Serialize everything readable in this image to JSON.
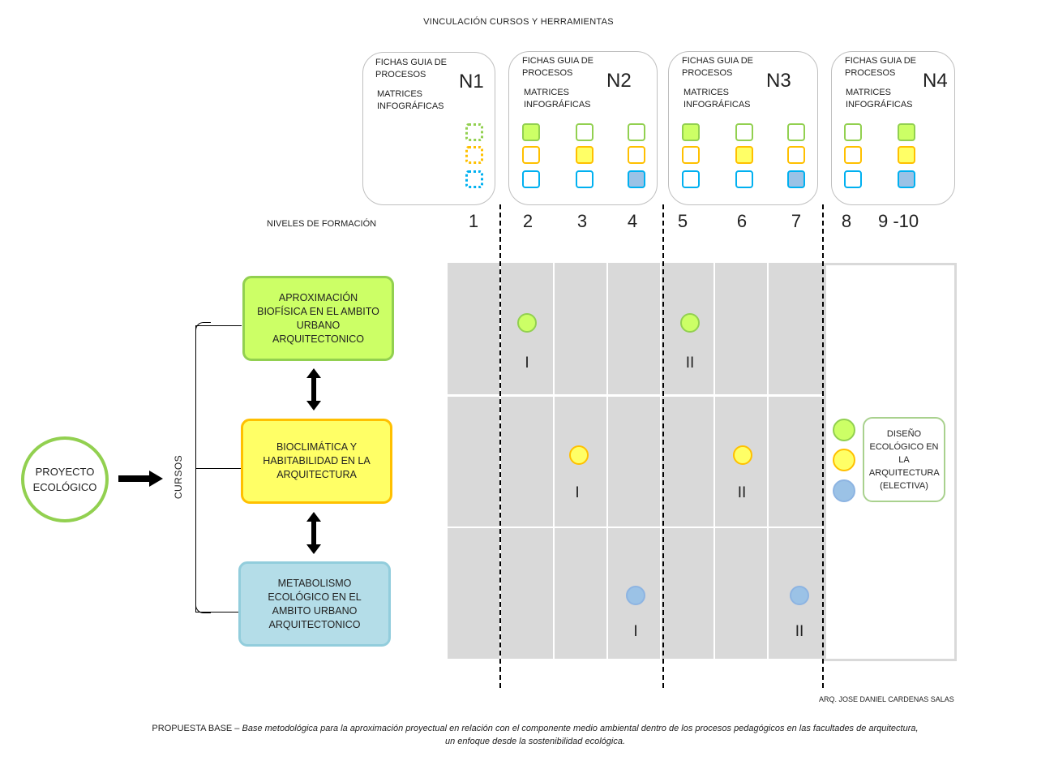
{
  "title": "VINCULACIÓN CURSOS Y HERRAMIENTAS",
  "niveles_label": "NIVELES DE FORMACIÓN",
  "tools_labels": {
    "fichas": "FICHAS GUIA DE PROCESOS",
    "matrices": "MATRICES INFOGRÁFICAS"
  },
  "levels": [
    {
      "code": "N1"
    },
    {
      "code": "N2"
    },
    {
      "code": "N3"
    },
    {
      "code": "N4"
    }
  ],
  "level_numbers": [
    "1",
    "2",
    "3",
    "4",
    "5",
    "6",
    "7",
    "8",
    "9 -10"
  ],
  "tool_indicators": {
    "legend": "columns of three squares (green, yellow, blue); filled = tool applied, dotted = prospective",
    "N1": [
      [
        "dotted",
        "dotted",
        "dotted"
      ]
    ],
    "N2": [
      [
        "filled",
        "empty",
        "empty"
      ],
      [
        "empty",
        "filled",
        "empty"
      ],
      [
        "empty",
        "empty",
        "filled"
      ]
    ],
    "N3": [
      [
        "filled",
        "empty",
        "empty"
      ],
      [
        "empty",
        "filled",
        "empty"
      ],
      [
        "empty",
        "empty",
        "filled"
      ]
    ],
    "N4": [
      [
        "empty",
        "empty",
        "empty"
      ],
      [
        "filled",
        "filled",
        "filled"
      ]
    ]
  },
  "root": {
    "label": "PROYECTO ECOLÓGICO"
  },
  "cursos_label": "CURSOS",
  "courses": [
    {
      "label": "APROXIMACIÓN BIOFÍSICA EN EL AMBITO URBANO ARQUITECTONICO",
      "color": "#ccff66",
      "border": "#92d050"
    },
    {
      "label": "BIOCLIMÁTICA Y HABITABILIDAD EN LA ARQUITECTURA",
      "color": "#ffff66",
      "border": "#ffc000"
    },
    {
      "label": "METABOLISMO ECOLÓGICO EN EL AMBITO URBANO ARQUITECTONICO",
      "color": "#b4dde8",
      "border": "#92cddc"
    }
  ],
  "course_schedule": [
    {
      "course": 0,
      "level": "2",
      "roman": "I"
    },
    {
      "course": 0,
      "level": "5",
      "roman": "II"
    },
    {
      "course": 1,
      "level": "3",
      "roman": "I"
    },
    {
      "course": 1,
      "level": "6",
      "roman": "II"
    },
    {
      "course": 2,
      "level": "4",
      "roman": "I"
    },
    {
      "course": 2,
      "level": "7",
      "roman": "II"
    }
  ],
  "elective": {
    "label": "DISEÑO ECOLÓGICO EN LA ARQUITECTURA (ELECTIVA)"
  },
  "colors": {
    "green": "#92d050",
    "green_fill": "#ccff66",
    "yellow": "#ffc000",
    "yellow_fill": "#ffff66",
    "blue": "#00b0f0",
    "blue_fill": "#9bc2e6",
    "grid": "#d9d9d9"
  },
  "author": "ARQ. JOSE DANIEL CARDENAS SALAS",
  "footer": {
    "prefix": "PROPUESTA BASE – ",
    "line1": "Base metodológica para la aproximación proyectual en relación con el componente medio ambiental dentro de los procesos pedagógicos en las facultades de arquitectura,",
    "line2": "un enfoque desde la sostenibilidad ecológica."
  }
}
